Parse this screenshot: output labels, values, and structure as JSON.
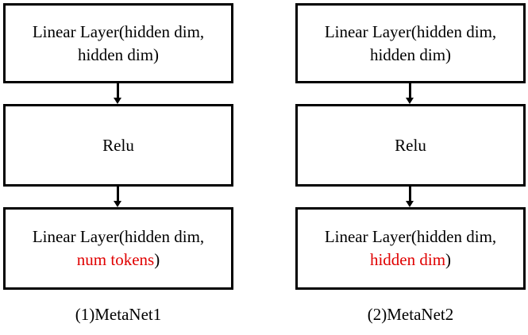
{
  "metanet1": {
    "caption": "(1)MetaNet1",
    "layer1": {
      "line1": "Linear Layer(hidden dim,",
      "line2": "hidden dim)"
    },
    "activation": "Relu",
    "layer2": {
      "line1": "Linear Layer(hidden dim,",
      "line2_highlight": "num tokens",
      "line2_suffix": ")"
    }
  },
  "metanet2": {
    "caption": "(2)MetaNet2",
    "layer1": {
      "line1": "Linear Layer(hidden dim,",
      "line2": "hidden dim)"
    },
    "activation": "Relu",
    "layer2": {
      "line1": "Linear Layer(hidden dim,",
      "line2_highlight": "hidden dim",
      "line2_suffix": ")"
    }
  },
  "colors": {
    "highlight": "#e00000",
    "stroke": "#000000",
    "background": "#ffffff"
  }
}
